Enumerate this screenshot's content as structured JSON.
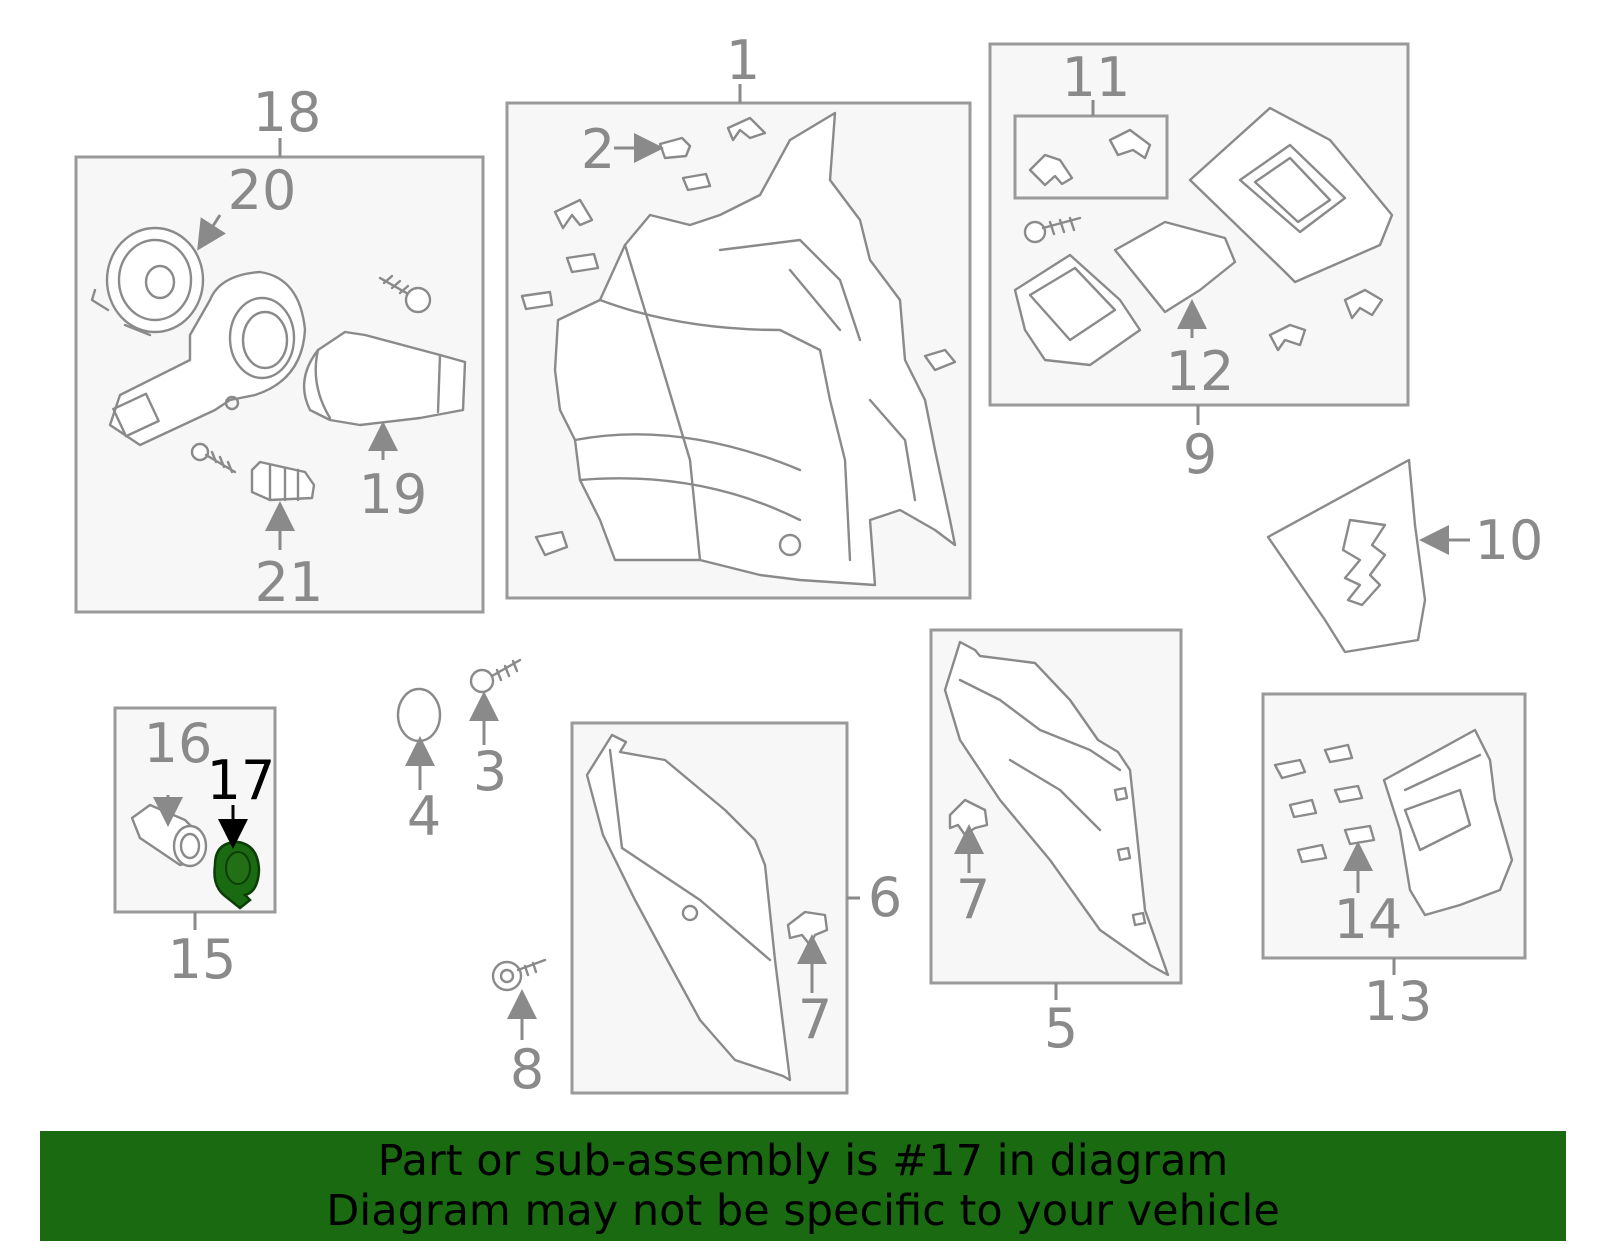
{
  "diagram": {
    "highlight_color": "#1a6a12",
    "highlighted_part": "17",
    "callouts": {
      "c1": "1",
      "c2": "2",
      "c3": "3",
      "c4": "4",
      "c5": "5",
      "c6": "6",
      "c7a": "7",
      "c7b": "7",
      "c8": "8",
      "c9": "9",
      "c10": "10",
      "c11": "11",
      "c12": "12",
      "c13": "13",
      "c14": "14",
      "c15": "15",
      "c16": "16",
      "c17": "17",
      "c18": "18",
      "c19": "19",
      "c20": "20",
      "c21": "21"
    }
  },
  "banner": {
    "line1": "Part or sub-assembly is #17 in diagram",
    "line2": "Diagram may not be specific to your vehicle"
  }
}
